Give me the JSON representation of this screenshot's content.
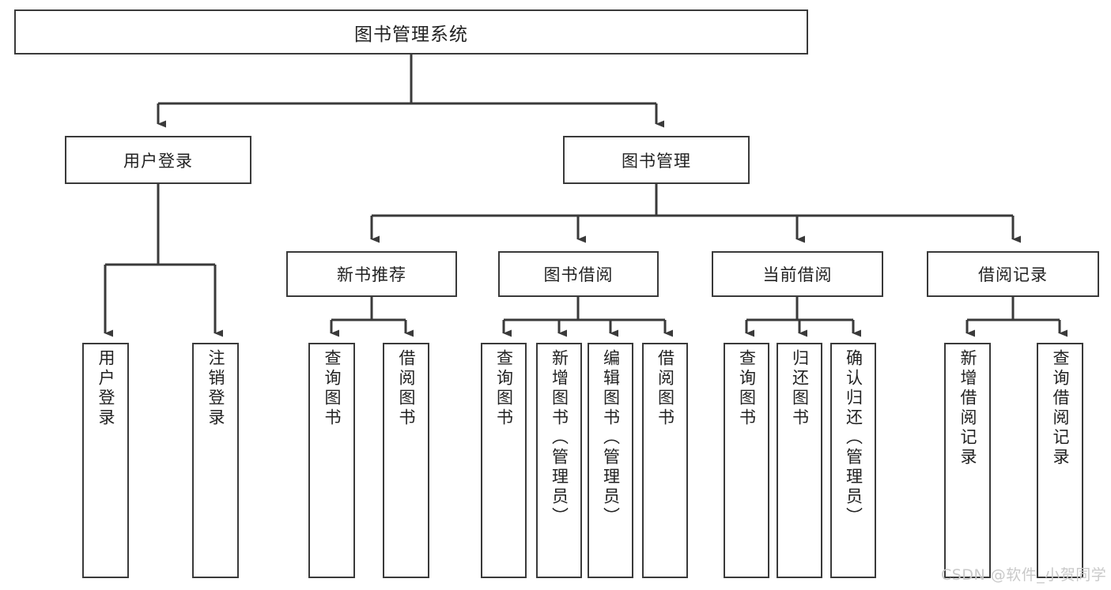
{
  "diagram": {
    "title": "图书管理系统",
    "type": "hierarchy-tree",
    "orientation": "top-down",
    "theme": {
      "background": "#ffffff",
      "box_border": "#3a3a3a",
      "box_fill": "#ffffff",
      "text": "#222222",
      "connector": "#3a3a3a",
      "watermark": "#c9c9c9"
    },
    "root": {
      "id": "root",
      "label": "图书管理系统",
      "level": 1
    },
    "level2": [
      {
        "id": "user-login",
        "label": "用户登录",
        "level": 2
      },
      {
        "id": "book-management",
        "label": "图书管理",
        "level": 2
      }
    ],
    "level3": [
      {
        "id": "new-book-recommend",
        "label": "新书推荐",
        "level": 3,
        "parent": "book-management"
      },
      {
        "id": "book-borrow",
        "label": "图书借阅",
        "level": 3,
        "parent": "book-management"
      },
      {
        "id": "current-borrow",
        "label": "当前借阅",
        "level": 3,
        "parent": "book-management"
      },
      {
        "id": "borrow-record",
        "label": "借阅记录",
        "level": 3,
        "parent": "book-management"
      }
    ],
    "leaves": [
      {
        "id": "leaf-user-login",
        "label": "用户登录",
        "parent": "user-login"
      },
      {
        "id": "leaf-logout-login",
        "label": "注销登录",
        "parent": "user-login"
      },
      {
        "id": "leaf-query-book-1",
        "label": "查询图书",
        "parent": "new-book-recommend"
      },
      {
        "id": "leaf-borrow-book-1",
        "label": "借阅图书",
        "parent": "new-book-recommend"
      },
      {
        "id": "leaf-query-book-2",
        "label": "查询图书",
        "parent": "book-borrow"
      },
      {
        "id": "leaf-add-book",
        "label": "新增图书（管理员）",
        "parent": "book-borrow"
      },
      {
        "id": "leaf-edit-book",
        "label": "编辑图书（管理员）",
        "parent": "book-borrow"
      },
      {
        "id": "leaf-borrow-book-2",
        "label": "借阅图书",
        "parent": "book-borrow"
      },
      {
        "id": "leaf-query-book-3",
        "label": "查询图书",
        "parent": "current-borrow"
      },
      {
        "id": "leaf-return-book",
        "label": "归还图书",
        "parent": "current-borrow"
      },
      {
        "id": "leaf-confirm-return",
        "label": "确认归还（管理员）",
        "parent": "current-borrow"
      },
      {
        "id": "leaf-add-record",
        "label": "新增借阅记录",
        "parent": "borrow-record"
      },
      {
        "id": "leaf-query-record",
        "label": "查询借阅记录",
        "parent": "borrow-record"
      }
    ],
    "watermark": "CSDN @软件_小贺同学"
  }
}
